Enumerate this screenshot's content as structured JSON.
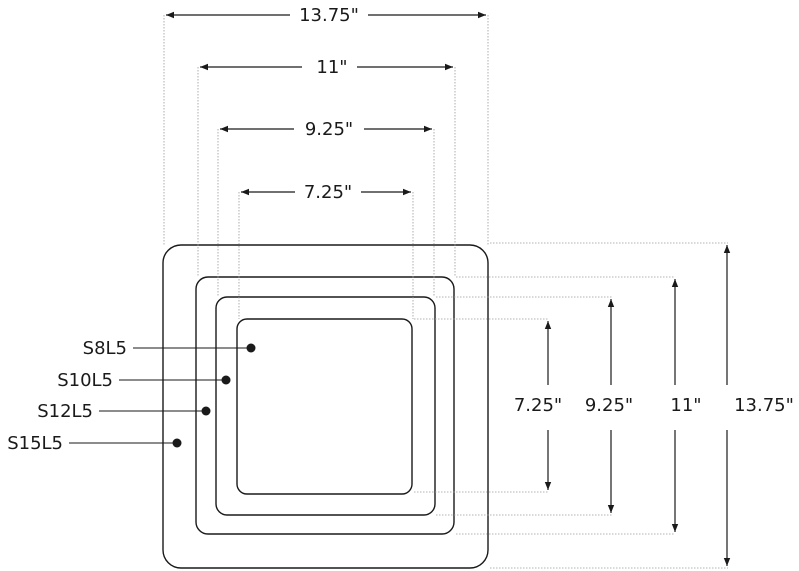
{
  "dimensions": {
    "width_13_75": "13.75\"",
    "width_11": "11\"",
    "width_9_25": "9.25\"",
    "width_7_25": "7.25\"",
    "height_7_25": "7.25\"",
    "height_9_25": "9.25\"",
    "height_11": "11\"",
    "height_13_75": "13.75\""
  },
  "labels": {
    "s8": "S8L5",
    "s10": "S10L5",
    "s12": "S12L5",
    "s15": "S15L5"
  }
}
